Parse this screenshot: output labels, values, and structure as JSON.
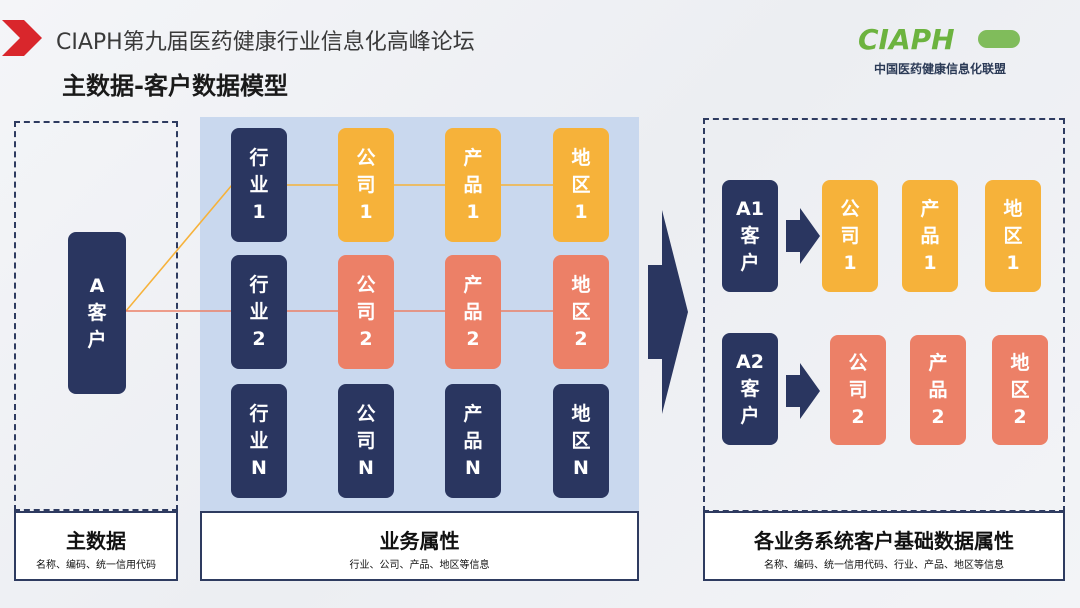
{
  "header": {
    "conference_title": "CIAPH第九届医药健康行业信息化高峰论坛",
    "page_title": "主数据-客户数据模型",
    "logo_text": "CIAPH",
    "logo_subtitle": "中国医药健康信息化联盟"
  },
  "left": {
    "customer_block": [
      "A",
      "客",
      "户"
    ],
    "footer_title": "主数据",
    "footer_subtitle": "名称、编码、统一信用代码"
  },
  "middle": {
    "rows": [
      [
        [
          "行",
          "业",
          "1"
        ],
        [
          "公",
          "司",
          "1"
        ],
        [
          "产",
          "品",
          "1"
        ],
        [
          "地",
          "区",
          "1"
        ]
      ],
      [
        [
          "行",
          "业",
          "2"
        ],
        [
          "公",
          "司",
          "2"
        ],
        [
          "产",
          "品",
          "2"
        ],
        [
          "地",
          "区",
          "2"
        ]
      ],
      [
        [
          "行",
          "业",
          "N"
        ],
        [
          "公",
          "司",
          "N"
        ],
        [
          "产",
          "品",
          "N"
        ],
        [
          "地",
          "区",
          "N"
        ]
      ]
    ],
    "footer_title": "业务属性",
    "footer_subtitle": "行业、公司、产品、地区等信息"
  },
  "right": {
    "rows": [
      {
        "customer": [
          "A1",
          "客",
          "户"
        ],
        "attrs": [
          [
            "公",
            "司",
            "1"
          ],
          [
            "产",
            "品",
            "1"
          ],
          [
            "地",
            "区",
            "1"
          ]
        ]
      },
      {
        "customer": [
          "A2",
          "客",
          "户"
        ],
        "attrs": [
          [
            "公",
            "司",
            "2"
          ],
          [
            "产",
            "品",
            "2"
          ],
          [
            "地",
            "区",
            "2"
          ]
        ]
      }
    ],
    "footer_title": "各业务系统客户基础数据属性",
    "footer_subtitle": "名称、编码、统一信用代码、行业、产品、地区等信息"
  },
  "colors": {
    "navy": "#2a3660",
    "yellow": "#f6b23a",
    "salmon": "#ec8067",
    "panel": "#c9d8ee",
    "brand_red": "#d9262c",
    "brand_green": "#6cb33f"
  }
}
